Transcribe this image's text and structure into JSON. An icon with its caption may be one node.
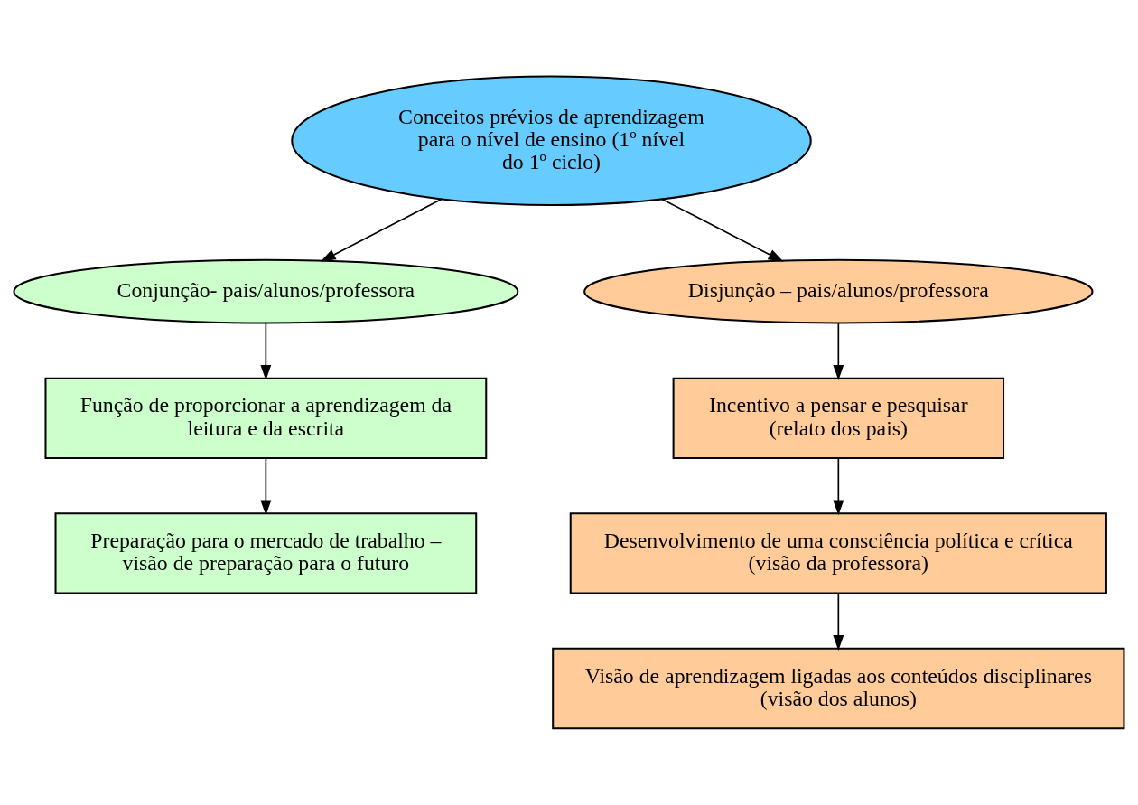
{
  "diagram": {
    "nodes": [
      {
        "text": [
          "Conceitos prévios de aprendizagem para o nível de ensino (1º nível do 1º ciclo)"
        ]
      },
      {
        "text": [
          "Conjunção- pais/alunos/professora"
        ]
      },
      {
        "text": [
          "Disjunção – pais/alunos/professora"
        ]
      },
      {
        "text": [
          "Função de proporcionar a aprendizagem da leitura e da escrita"
        ]
      },
      {
        "text": [
          "Preparação para o mercado de trabalho – visão de preparação para o futuro"
        ]
      },
      {
        "text": [
          "Incentivo a pensar e pesquisar (relato dos pais)"
        ]
      },
      {
        "text": [
          "Desenvolvimento de uma consciência política e crítica (visão da professora)"
        ]
      },
      {
        "text": [
          "Visão de aprendizagem ligadas aos conteúdos disciplinares (visão dos alunos)"
        ]
      }
    ],
    "edges": [
      {
        "from": 0,
        "to": 1,
        "arrow": "to"
      },
      {
        "from": 0,
        "to": 2,
        "arrow": "to"
      },
      {
        "from": 1,
        "to": 3,
        "arrow": "to"
      },
      {
        "from": 3,
        "to": 4,
        "arrow": "to"
      },
      {
        "from": 2,
        "to": 5,
        "arrow": "to"
      },
      {
        "from": 5,
        "to": 6,
        "arrow": "to"
      },
      {
        "from": 6,
        "to": 7,
        "arrow": "to"
      }
    ]
  }
}
